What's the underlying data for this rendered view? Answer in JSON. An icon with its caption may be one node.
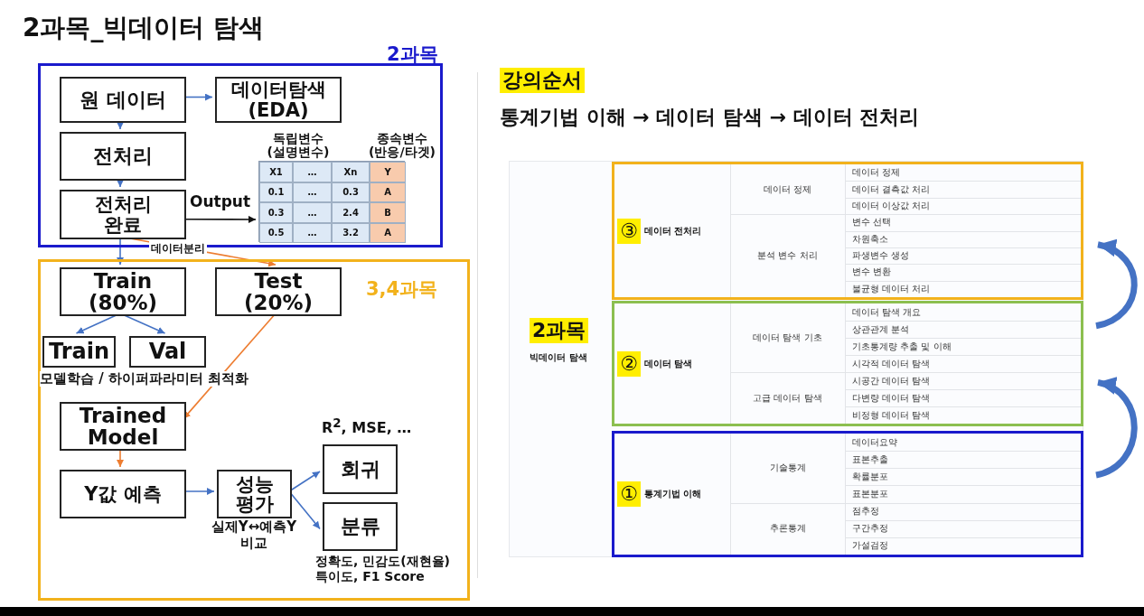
{
  "diagram": {
    "title": "2과목_빅데이터 탐색",
    "nodes": [
      {
        "text": [
          "2과목"
        ]
      },
      {
        "text": [
          "원 데이터"
        ],
        "in": 0
      },
      {
        "text": [
          "데이터탐색 (EDA)"
        ],
        "in": 0
      },
      {
        "text": [
          "전처리"
        ],
        "in": 0
      },
      {
        "text": [
          "전처리 완료"
        ],
        "in": 0
      },
      {
        "text": [
          "X1",
          "…",
          "Xn",
          "Y",
          "0.1",
          "…",
          "0.3",
          "A",
          "0.3",
          "…",
          "2.4",
          "B",
          "0.5",
          "…",
          "3.2",
          "A"
        ],
        "in": 0
      },
      {
        "text": [
          "3,4과목"
        ]
      },
      {
        "text": [
          "Train (80%)"
        ],
        "in": 6
      },
      {
        "text": [
          "Test (20%)"
        ],
        "in": 6
      },
      {
        "text": [
          "Train"
        ],
        "in": 6
      },
      {
        "text": [
          "Val"
        ],
        "in": 6
      },
      {
        "text": [
          "Trained Model"
        ],
        "in": 6
      },
      {
        "text": [
          "Y값 예측"
        ],
        "in": 6
      },
      {
        "text": [
          "성능 평가"
        ],
        "in": 6,
        "beside": [
          "실제Y↔예측Y 비교"
        ]
      },
      {
        "text": [
          "회귀"
        ],
        "in": 6,
        "beside": [
          "R$^{2}$, MSE, …"
        ]
      },
      {
        "text": [
          "분류"
        ],
        "in": 6,
        "beside": [
          "정확도, 민감도(재현율) 특이도, F1 Score"
        ]
      },
      {
        "text": [
          "③",
          "데이터 전처리",
          "데이터 정제",
          "데이터 정제",
          "데이터 결측값 처리",
          "데이터 이상값 처리",
          "분석 변수 처리",
          "변수 선택",
          "차원축소",
          "파생변수 생성",
          "변수 변환",
          "불균형 데이터 처리"
        ]
      },
      {
        "text": [
          "②",
          "데이터 탐색",
          "데이터 탐색 기초",
          "데이터 탐색 개요",
          "상관관계 분석",
          "기초통계량 추출 및 이해",
          "시각적 데이터 탐색",
          "고급 데이터 탐색",
          "시공간 데이터 탐색",
          "다변량 데이터 탐색",
          "비정형 데이터 탐색"
        ]
      },
      {
        "text": [
          "①",
          "통계기법 이해",
          "기술통계",
          "데이터요약",
          "표본추출",
          "확률분포",
          "표본분포",
          "추론통계",
          "점추정",
          "구간추정",
          "가설검정"
        ]
      }
    ],
    "edges": [
      {
        "from": 1,
        "to": 2,
        "arrow": "to"
      },
      {
        "from": 1,
        "to": 3,
        "arrow": "to"
      },
      {
        "from": 3,
        "to": 4,
        "arrow": "to"
      },
      {
        "from": 4,
        "to": 7,
        "arrow": "to"
      },
      {
        "from": 4,
        "to": 8,
        "arrow": "to",
        "label": "데이터분리",
        "color": "#ed7d31"
      },
      {
        "from": 4,
        "to": 5,
        "arrow": "to",
        "label": "Output",
        "color": "#111111"
      },
      {
        "from": 7,
        "to": 9,
        "arrow": "to"
      },
      {
        "from": 7,
        "to": 10,
        "arrow": "to"
      },
      {
        "from": 8,
        "to": 11,
        "arrow": "to",
        "color": "#ed7d31"
      },
      {
        "from": 11,
        "to": 12,
        "arrow": "to",
        "color": "#ed7d31"
      },
      {
        "from": 12,
        "to": 13,
        "arrow": "to"
      },
      {
        "from": 13,
        "to": 14,
        "arrow": "to"
      },
      {
        "from": 13,
        "to": 15,
        "arrow": "to"
      },
      {
        "from": 18,
        "to": 17,
        "arrow": "to",
        "style": "thick"
      },
      {
        "from": 17,
        "to": 16,
        "arrow": "to",
        "style": "thick"
      }
    ],
    "labels": [
      "독립변수 (설명변수)",
      "종속변수 (반응/타겟)",
      "모델학습 / 하이퍼파라미터 최적화",
      "강의순서",
      "통계기법 이해 → 데이터 탐색 → 데이터 전처리",
      "2과목",
      "빅데이터 탐색"
    ]
  }
}
